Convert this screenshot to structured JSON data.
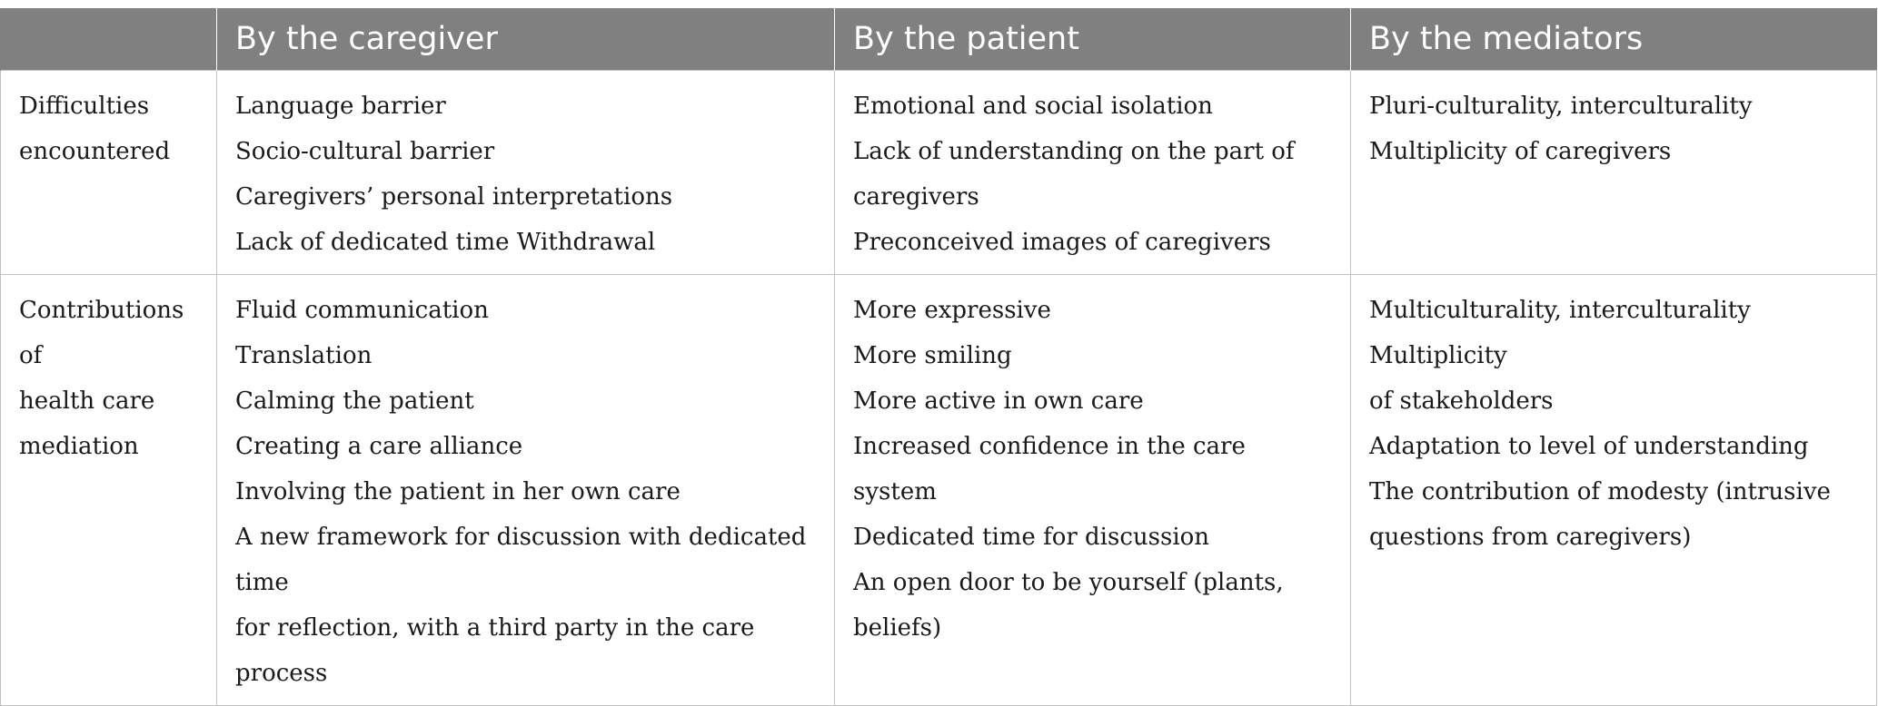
{
  "header": {
    "col0": "",
    "col1": "By the caregiver",
    "col2": "By the patient",
    "col3": "By the mediators"
  },
  "rows": [
    {
      "label": [
        "Difficulties",
        "encountered"
      ],
      "caregiver": [
        "Language barrier",
        "Socio-cultural barrier",
        "Caregivers’ personal interpretations",
        "Lack of dedicated time Withdrawal"
      ],
      "patient": [
        "Emotional and social isolation",
        "Lack of understanding on the part of",
        "caregivers",
        "Preconceived images of caregivers"
      ],
      "mediators": [
        "Pluri-culturality, interculturality",
        "Multiplicity of caregivers"
      ]
    },
    {
      "label": [
        "Contributions of",
        "health care",
        "mediation"
      ],
      "caregiver": [
        "Fluid communication",
        "Translation",
        "Calming the patient",
        "Creating a care alliance",
        "Involving the patient in her own care",
        "A new framework for discussion with dedicated time",
        "for reflection, with a third party in the care process"
      ],
      "patient": [
        "More expressive",
        "More smiling",
        "More active in own care",
        "Increased confidence in the care system",
        "Dedicated time for discussion",
        "An open door to be yourself (plants, beliefs)"
      ],
      "mediators": [
        "Multiculturality, interculturality Multiplicity",
        "of stakeholders",
        "Adaptation to level of understanding",
        "The contribution of modesty (intrusive",
        "questions from caregivers)"
      ]
    }
  ]
}
